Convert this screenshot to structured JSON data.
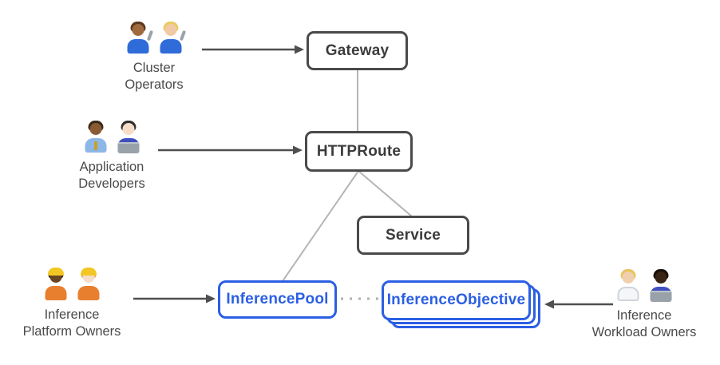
{
  "title": "Gateway API Inference Extension resource model diagram",
  "colors": {
    "node_border": "#4a4a4a",
    "node_text": "#3b3b3b",
    "accent_blue": "#2b5fe3",
    "connector_gray": "#b5b5b5",
    "dotted_gray": "#b0b0b0",
    "arrow_dark": "#4f4f4f",
    "label_text": "#4a4a4a",
    "background": "#ffffff"
  },
  "nodes": {
    "gateway": {
      "label": "Gateway"
    },
    "httproute": {
      "label": "HTTPRoute"
    },
    "service": {
      "label": "Service"
    },
    "inference_pool": {
      "label": "InferencePool"
    },
    "inference_objective": {
      "label": "InferenceObjective"
    }
  },
  "personas": {
    "cluster_operators": {
      "line1": "Cluster",
      "line2": "Operators",
      "emoji": "👨🏽‍🔧 👩🏼‍🔧",
      "figures": [
        {
          "skin": "#a16a3e",
          "hair": "#5a3a21",
          "shirt": "#2f6bd9",
          "accessory": "wrench"
        },
        {
          "skin": "#f1c9a5",
          "hair": "#e9cb67",
          "shirt": "#2f6bd9",
          "accessory": "wrench"
        }
      ]
    },
    "application_developers": {
      "line1": "Application",
      "line2": "Developers",
      "emoji": "👨🏾‍💼 👩🏻‍💻",
      "figures": [
        {
          "skin": "#8a5a33",
          "hair": "#3a2a1a",
          "shirt": "#8db7e8",
          "accessory": "tie"
        },
        {
          "skin": "#f6ddc9",
          "hair": "#33302e",
          "shirt": "#4050c0",
          "accessory": "laptop"
        }
      ]
    },
    "inference_platform_owners": {
      "line1": "Inference",
      "line2": "Platform Owners",
      "emoji": "👷🏿‍♀️ 👷🏻",
      "figures": [
        {
          "skin": "#6b4423",
          "hair": "#2a1a0d",
          "shirt": "#e87f2e",
          "accessory": "hardhat"
        },
        {
          "skin": "#f6ddc9",
          "hair": "#d9a65a",
          "shirt": "#e87f2e",
          "accessory": "hardhat"
        }
      ]
    },
    "inference_workload_owners": {
      "line1": "Inference",
      "line2": "Workload Owners",
      "emoji": "🧑🏼‍⚕️ 🧑🏿‍💻",
      "figures": [
        {
          "skin": "#f1cfae",
          "hair": "#e6c55e",
          "shirt": "#f4f6f8",
          "accessory": "coat"
        },
        {
          "skin": "#3a2414",
          "hair": "#171008",
          "shirt": "#4050c0",
          "accessory": "laptop"
        }
      ]
    }
  },
  "edges": {
    "gateway_httproute": "solid gray connector",
    "httproute_service": "solid gray connector",
    "httproute_inferencepool": "solid gray connector",
    "inferencepool_inferenceobjective": "dotted gray connector",
    "cluster_operators_gateway": "dark arrow",
    "application_developers_httproute": "dark arrow",
    "platform_owners_inferencepool": "dark arrow",
    "workload_owners_inferenceobjective": "dark arrow (pointing left)"
  }
}
